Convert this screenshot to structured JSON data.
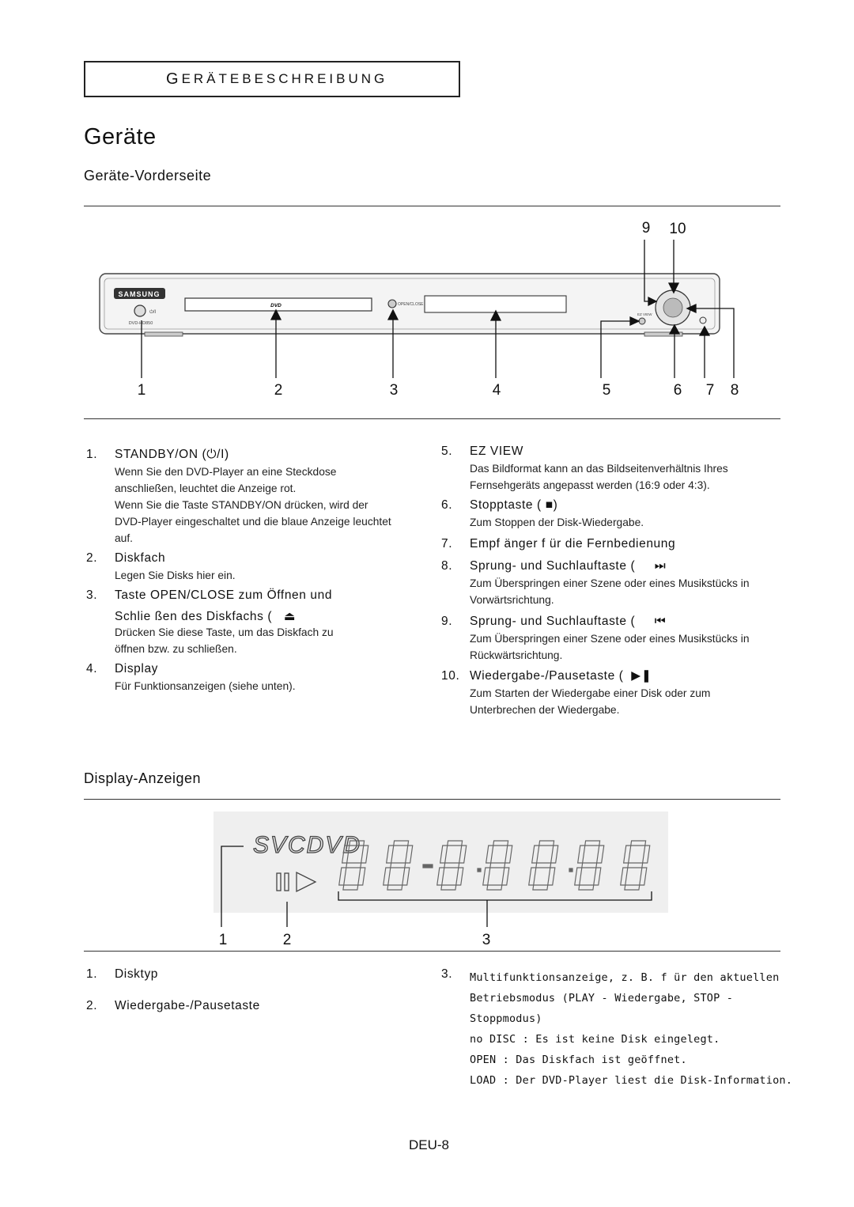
{
  "section": {
    "initial": "G",
    "rest": "ERÄTEBESCHREIBUNG"
  },
  "title": "Geräte",
  "front": {
    "heading": "Geräte-Vorderseite",
    "device_labels": {
      "brand": "SAMSUNG",
      "disc_logo": "DVD",
      "open_close": "OPEN/CLOSE",
      "model": "DVD-HD850",
      "ez_view": "EZ VIEW"
    },
    "callouts": [
      "1",
      "2",
      "3",
      "4",
      "5",
      "6",
      "7",
      "8",
      "9",
      "10"
    ],
    "items_left": [
      {
        "num": "1.",
        "title": "STANDBY/ON (",
        "symbol": "⏻/I",
        "close": ")",
        "body": [
          "Wenn Sie den DVD-Player an eine Steckdose",
          "anschließen, leuchtet die Anzeige rot.",
          "Wenn Sie die Taste STANDBY/ON drücken, wird der",
          "DVD-Player eingeschaltet und die blaue Anzeige leuchtet",
          "auf."
        ]
      },
      {
        "num": "2.",
        "title": "Diskfach",
        "body": [
          "Legen Sie Disks hier ein."
        ]
      },
      {
        "num": "3.",
        "title": "Taste OPEN/CLOSE zum  Öffnen und",
        "title2": "Schlie ßen des Diskfachs (",
        "symbol": "⏏",
        "body": [
          "Drücken Sie diese Taste, um das Diskfach zu",
          "öffnen bzw. zu schließen."
        ]
      },
      {
        "num": "4.",
        "title": "Display",
        "body": [
          "Für Funktionsanzeigen (siehe unten)."
        ]
      }
    ],
    "items_right": [
      {
        "num": "5.",
        "title": "EZ VIEW",
        "body": [
          "Das Bildformat kann an das Bildseitenverhältnis Ihres",
          "Fernsehgeräts angepasst werden (16:9 oder 4:3)."
        ]
      },
      {
        "num": "6.",
        "title": "Stopptaste (",
        "symbol": "■",
        "close": ")",
        "body": [
          "Zum Stoppen der Disk-Wiedergabe."
        ]
      },
      {
        "num": "7.",
        "title": "Empf änger f ür die Fernbedienung",
        "body": []
      },
      {
        "num": "8.",
        "title": "Sprung- und Suchlauftaste (",
        "symbol": "⏭",
        "body": [
          "Zum Überspringen einer Szene oder eines Musikstücks in",
          "Vorwärtsrichtung."
        ]
      },
      {
        "num": "9.",
        "title": "Sprung- und Suchlauftaste (",
        "symbol": "⏮",
        "body": [
          "Zum Überspringen einer Szene oder eines Musikstücks in",
          "Rückwärtsrichtung."
        ]
      },
      {
        "num": "10.",
        "title": "Wiedergabe-/Pausetaste (",
        "symbol": "▶❚",
        "body": [
          "Zum Starten der Wiedergabe einer Disk oder zum",
          "Unterbrechen der Wiedergabe."
        ]
      }
    ]
  },
  "display": {
    "heading": "Display-Anzeigen",
    "disc_type": "SVCDVD",
    "callouts": [
      "1",
      "2",
      "3"
    ],
    "items_left": [
      {
        "num": "1.",
        "title": "Disktyp"
      },
      {
        "num": "2.",
        "title": "Wiedergabe-/Pausetaste"
      }
    ],
    "item_right": {
      "num": "3.",
      "lines": [
        "Multifunktionsanzeige, z. B. f  ür den aktuellen",
        "Betriebsmodus (PLAY - Wiedergabe, STOP -",
        "Stoppmodus)",
        "no DISC : Es ist keine Disk eingelegt.",
        "OPEN : Das Diskfach ist geöffnet.",
        "LOAD : Der DVD-Player liest die Disk-Information."
      ]
    }
  },
  "footer": "DEU-8"
}
